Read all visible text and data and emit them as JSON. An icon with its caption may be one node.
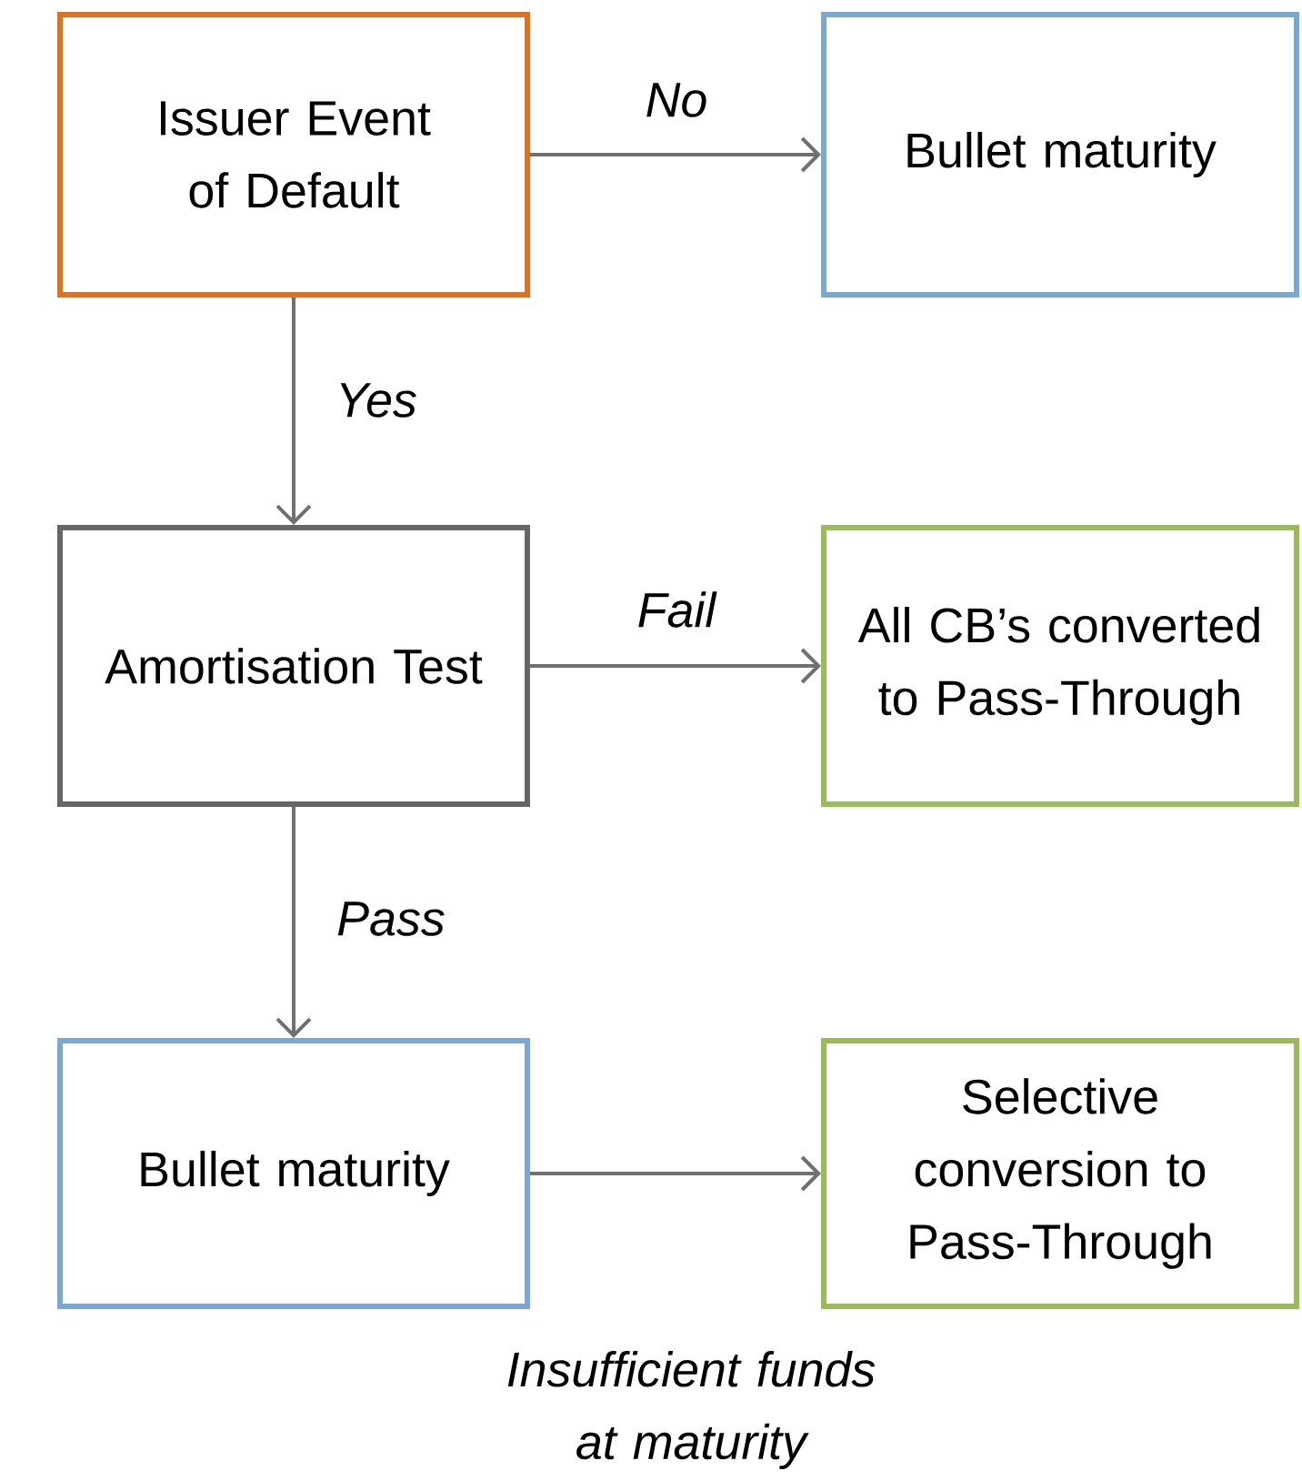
{
  "diagram": {
    "nodes": [
      {
        "text": [
          "Issuer Event of Default"
        ]
      },
      {
        "text": [
          "Bullet maturity"
        ]
      },
      {
        "text": [
          "Amortisation Test"
        ]
      },
      {
        "text": [
          "All CB’s converted to Pass-Through"
        ]
      },
      {
        "text": [
          "Bullet maturity"
        ]
      },
      {
        "text": [
          "Selective conversion to Pass-Through"
        ]
      }
    ],
    "edges": [
      {
        "from": 0,
        "to": 1,
        "arrow": "to",
        "label": "No"
      },
      {
        "from": 0,
        "to": 2,
        "arrow": "to",
        "label": "Yes"
      },
      {
        "from": 2,
        "to": 3,
        "arrow": "to",
        "label": "Fail"
      },
      {
        "from": 2,
        "to": 4,
        "arrow": "to",
        "label": "Pass"
      },
      {
        "from": 4,
        "to": 5,
        "arrow": "to",
        "label": "Insufficient funds at maturity"
      }
    ]
  }
}
